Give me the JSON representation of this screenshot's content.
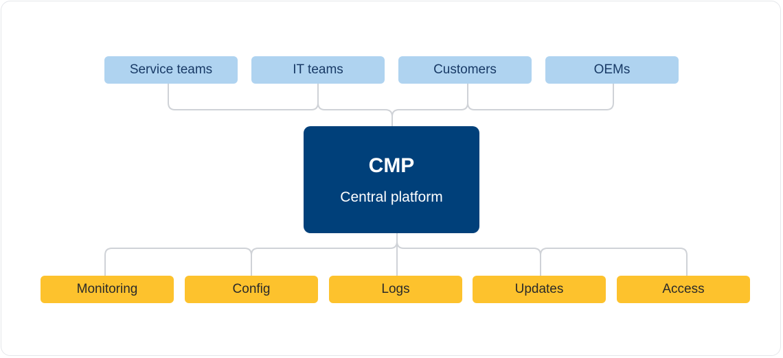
{
  "diagram": {
    "center": {
      "title": "CMP",
      "subtitle": "Central platform"
    },
    "top_nodes": [
      {
        "label": "Service teams"
      },
      {
        "label": "IT teams"
      },
      {
        "label": "Customers"
      },
      {
        "label": "OEMs"
      }
    ],
    "bottom_nodes": [
      {
        "label": "Monitoring"
      },
      {
        "label": "Config"
      },
      {
        "label": "Logs"
      },
      {
        "label": "Updates"
      },
      {
        "label": "Access"
      }
    ],
    "colors": {
      "top_node_fill": "#afd3f0",
      "top_node_text": "#183a66",
      "center_fill": "#00407a",
      "center_text": "#ffffff",
      "bottom_node_fill": "#fdc22d",
      "bottom_node_text": "#2a2a2a",
      "connector": "#cfd2d7"
    }
  }
}
